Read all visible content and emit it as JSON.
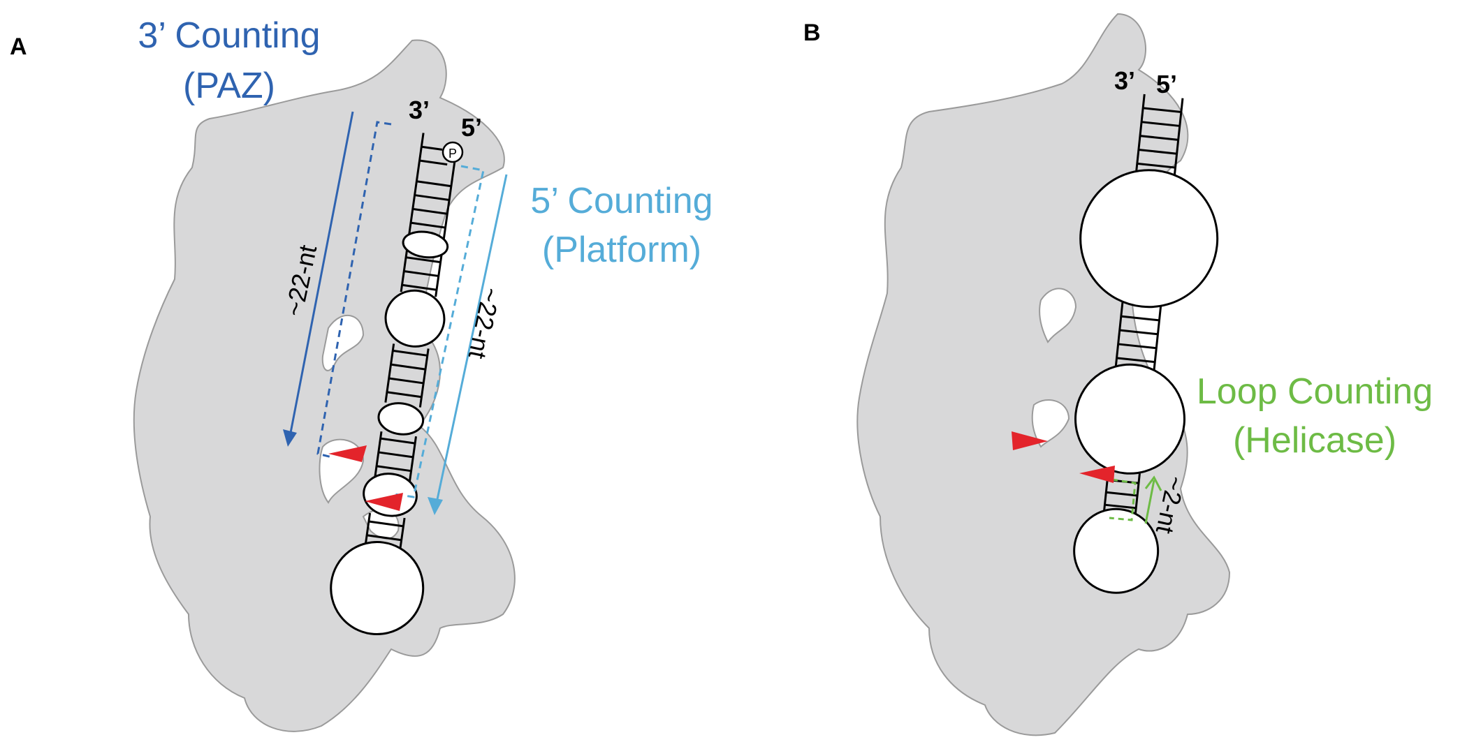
{
  "panels": [
    {
      "label": "A",
      "strand_ends": {
        "three_prime": "3’",
        "five_prime": "5’",
        "phosphate": "P"
      },
      "annotations": {
        "three_prime_counting": {
          "line1": "3’ Counting",
          "line2": "(PAZ)",
          "color": "#2f63b0"
        },
        "five_prime_counting": {
          "line1": "5’ Counting",
          "line2": "(Platform)",
          "color": "#55acd8"
        }
      },
      "length_labels": {
        "left": "~22-nt",
        "right": "~22-nt"
      },
      "cleavage_sites": 2,
      "cleavage_color": "#e3242b"
    },
    {
      "label": "B",
      "strand_ends": {
        "three_prime": "3’",
        "five_prime": "5’"
      },
      "annotations": {
        "loop_counting": {
          "line1": "Loop Counting",
          "line2": "(Helicase)",
          "color": "#6dbb45"
        }
      },
      "length_labels": {
        "loop": "~2-nt"
      },
      "cleavage_sites": 2,
      "cleavage_color": "#e3242b"
    }
  ],
  "colors": {
    "protein": "#d8d8d9",
    "rna": "#000000"
  }
}
